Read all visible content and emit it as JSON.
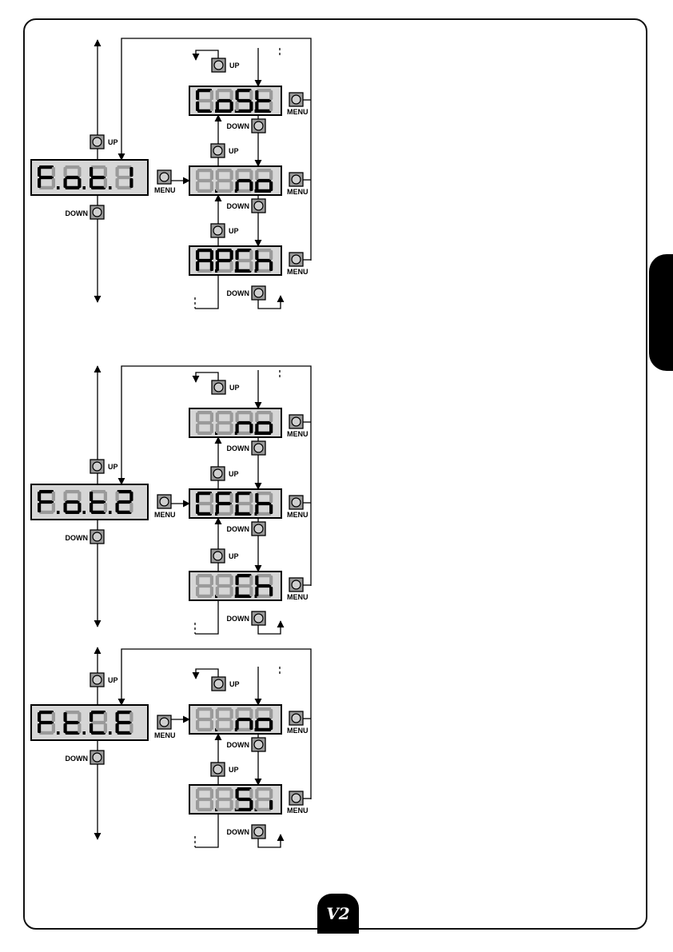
{
  "labels": {
    "up": "UP",
    "down": "DOWN",
    "menu": "MENU"
  },
  "logo": {
    "text": "V2"
  },
  "colors": {
    "display_bg": "#d6d6d6",
    "segment_on": "#000000",
    "segment_off": "#9a9a9a",
    "button": "#9a9a9a"
  },
  "diagrams": [
    {
      "name": "fot1",
      "main_display": "F.o.t.1",
      "options": [
        "C.o.S.t",
        "-.-.n.o",
        "A.P.C.h"
      ]
    },
    {
      "name": "fot2",
      "main_display": "F.o.t.2",
      "options": [
        "-.-.n.o",
        "C.F.C.h",
        "-.-.C.h"
      ]
    },
    {
      "name": "ftce",
      "main_display": "F.t.C.E",
      "options": [
        "-.-.n.o",
        "-.-.S.i"
      ]
    }
  ]
}
